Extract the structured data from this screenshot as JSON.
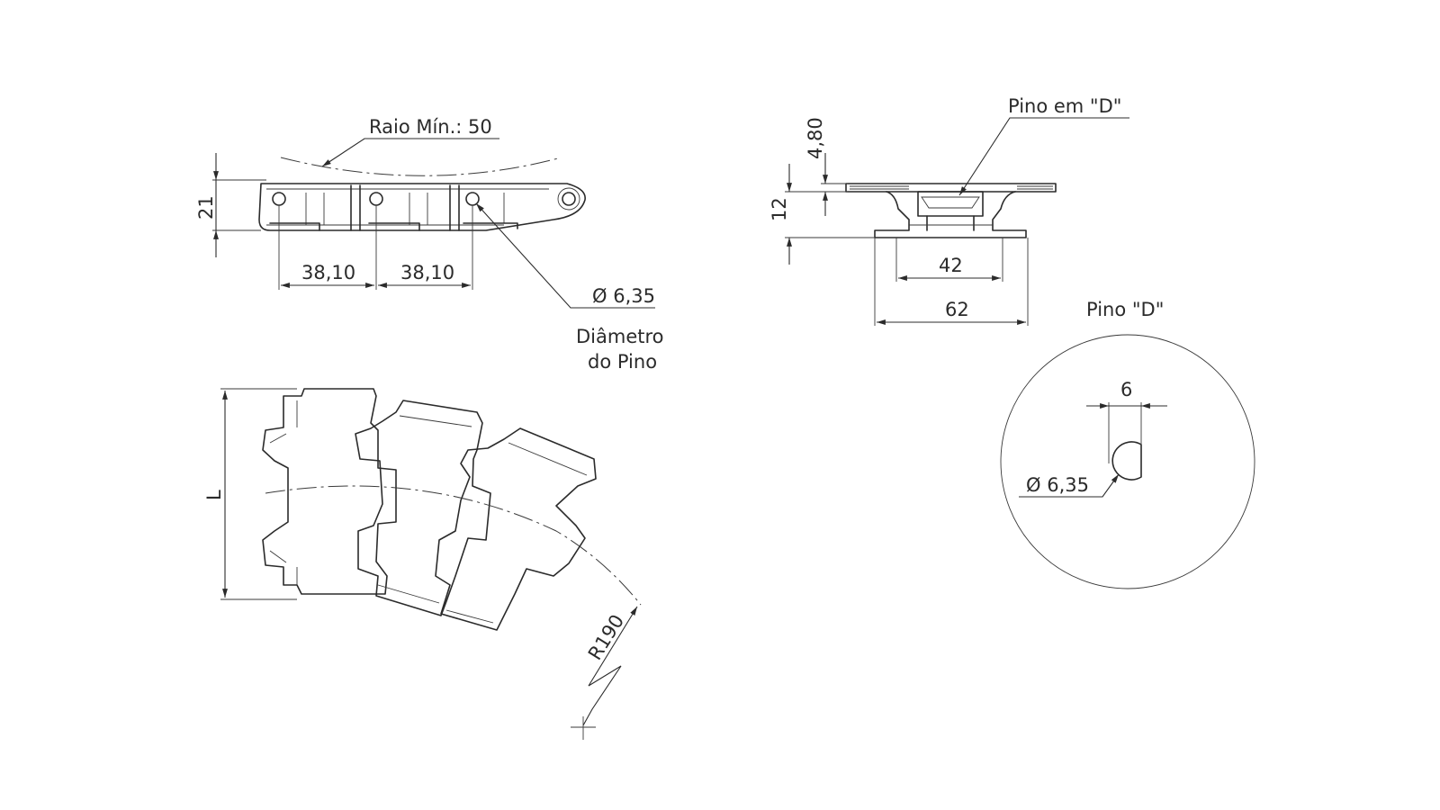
{
  "side_view": {
    "min_radius_label": "Raio Mín.: 50",
    "height_dim": "21",
    "pitch_dim_1": "38,10",
    "pitch_dim_2": "38,10",
    "pin_diameter_dim": "Ø 6,35",
    "pin_diameter_caption_line1": "Diâmetro",
    "pin_diameter_caption_line2": "do Pino"
  },
  "front_view": {
    "pin_label": "Pino em \"D\"",
    "dim_top": "4,80",
    "dim_height": "12",
    "dim_inner_width": "42",
    "dim_outer_width": "62"
  },
  "pin_detail": {
    "title": "Pino \"D\"",
    "flat_width_dim": "6",
    "diameter_dim": "Ø 6,35"
  },
  "top_view": {
    "length_dim": "L",
    "radius_dim": "R190"
  }
}
